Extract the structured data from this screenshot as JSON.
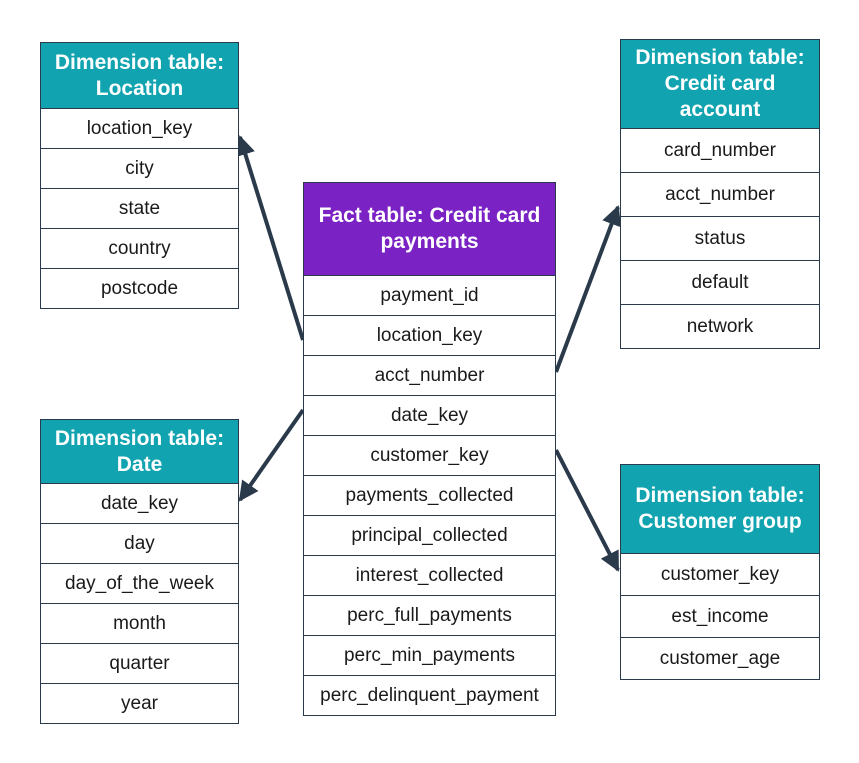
{
  "tables": {
    "location": {
      "title": "Dimension table: Location",
      "rows": [
        "location_key",
        "city",
        "state",
        "country",
        "postcode"
      ]
    },
    "date": {
      "title": "Dimension table: Date",
      "rows": [
        "date_key",
        "day",
        "day_of_the_week",
        "month",
        "quarter",
        "year"
      ]
    },
    "fact": {
      "title": "Fact table: Credit card payments",
      "rows": [
        "payment_id",
        "location_key",
        "acct_number",
        "date_key",
        "customer_key",
        "payments_collected",
        "principal_collected",
        "interest_collected",
        "perc_full_payments",
        "perc_min_payments",
        "perc_delinquent_payment"
      ]
    },
    "credit": {
      "title": "Dimension table: Credit card account",
      "rows": [
        "card_number",
        "acct_number",
        "status",
        "default",
        "network"
      ]
    },
    "customer": {
      "title": "Dimension table: Customer group",
      "rows": [
        "customer_key",
        "est_income",
        "customer_age"
      ]
    }
  },
  "colors": {
    "dimension_header": "#11a4b0",
    "fact_header": "#7a22c4",
    "arrow": "#2b3a4a"
  }
}
